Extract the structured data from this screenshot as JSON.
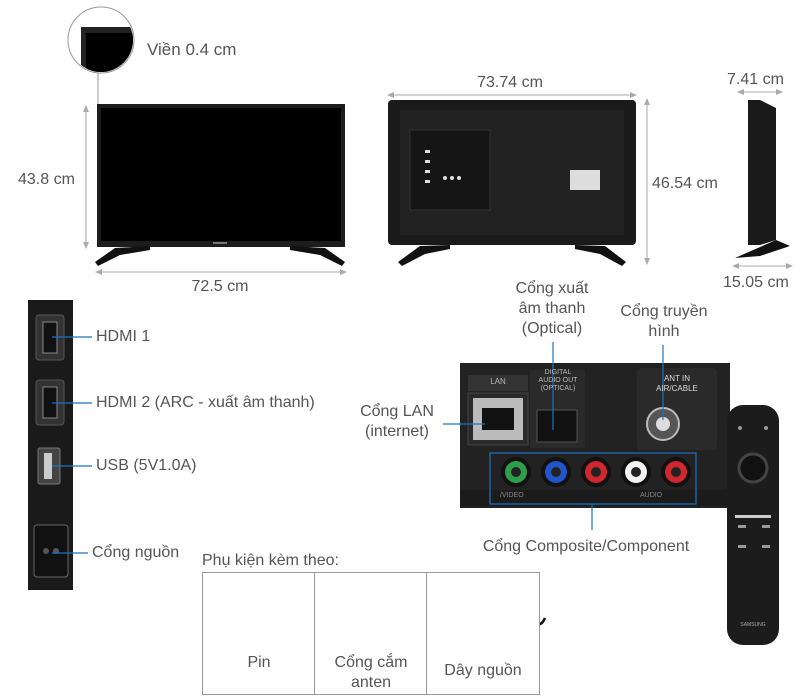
{
  "dimensions": {
    "bezel": "Viền 0.4 cm",
    "front_height": "43.8 cm",
    "front_width": "72.5 cm",
    "back_width": "73.74 cm",
    "back_height": "46.54 cm",
    "side_depth": "7.41 cm",
    "stand_depth": "15.05 cm"
  },
  "side_ports": [
    {
      "label": "HDMI 1"
    },
    {
      "label": "HDMI 2 (ARC - xuất âm thanh)"
    },
    {
      "label": "USB (5V1.0A)"
    },
    {
      "label": "Cổng nguồn"
    }
  ],
  "rear_ports": {
    "optical_label": [
      "Cổng xuất",
      "âm thanh",
      "(Optical)"
    ],
    "antenna_label": [
      "Cổng truyền",
      "hình"
    ],
    "lan_label": [
      "Cổng LAN",
      "(internet)"
    ],
    "composite_label": "Cổng Composite/Component",
    "panel_text": {
      "lan": "LAN",
      "optical": [
        "DIGITAL",
        "AUDIO OUT",
        "(OPTICAL)"
      ],
      "ant": [
        "ANT IN",
        "AIR/CABLE"
      ],
      "av": [
        "/VIDEO",
        "AUDIO"
      ]
    },
    "rca_colors": [
      "#2e9e4a",
      "#2255cc",
      "#d0262e",
      "#f2f2f2",
      "#d0262e"
    ]
  },
  "accessories": {
    "title": "Phụ kiện kèm theo:",
    "items": [
      {
        "label": "Pin"
      },
      {
        "label": "Cổng cắm anten"
      },
      {
        "label": "Dây nguồn"
      }
    ]
  },
  "remote_brand": "SAMSUNG",
  "colors": {
    "accent_line": "#1a73c8",
    "text": "#555555"
  }
}
